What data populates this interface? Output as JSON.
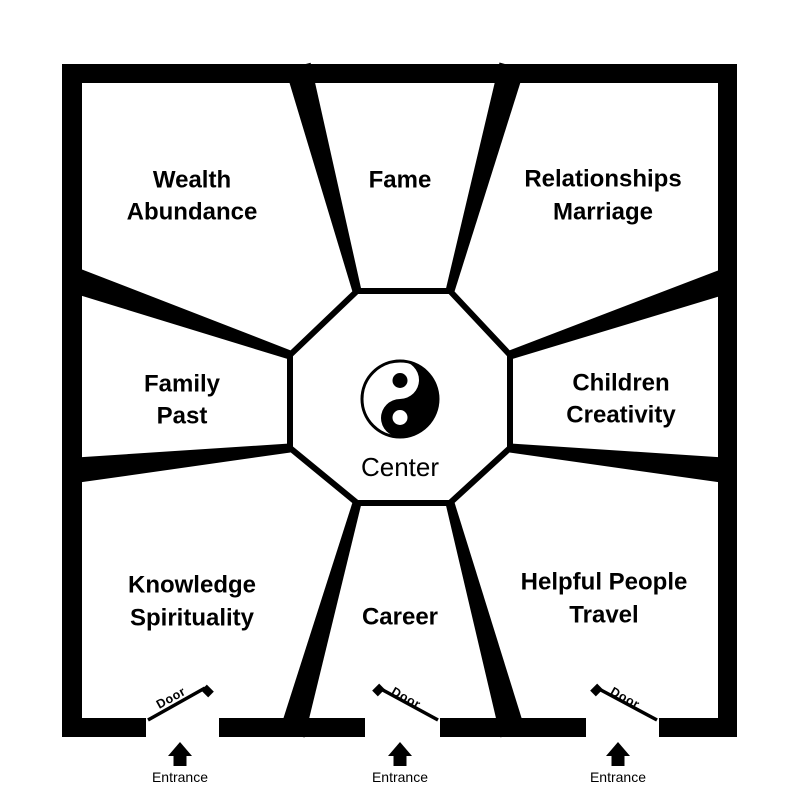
{
  "colors": {
    "ink": "#000000",
    "background": "#ffffff"
  },
  "sectors": [
    {
      "name": "wealth",
      "lines": [
        "Wealth",
        "Abundance"
      ]
    },
    {
      "name": "fame",
      "lines": [
        "Fame"
      ]
    },
    {
      "name": "relationships",
      "lines": [
        "Relationships",
        "Marriage"
      ]
    },
    {
      "name": "family",
      "lines": [
        "Family",
        "Past"
      ]
    },
    {
      "name": "children",
      "lines": [
        "Children",
        "Creativity"
      ]
    },
    {
      "name": "knowledge",
      "lines": [
        "Knowledge",
        "Spirituality"
      ]
    },
    {
      "name": "career",
      "lines": [
        "Career"
      ]
    },
    {
      "name": "helpful_people",
      "lines": [
        "Helpful People",
        "Travel"
      ]
    }
  ],
  "center": {
    "label": "Center",
    "symbol_icon": "yin-yang-icon"
  },
  "doors": [
    {
      "label": "Door"
    },
    {
      "label": "Door"
    },
    {
      "label": "Door"
    }
  ],
  "entrances": [
    {
      "label": "Entrance"
    },
    {
      "label": "Entrance"
    },
    {
      "label": "Entrance"
    }
  ]
}
